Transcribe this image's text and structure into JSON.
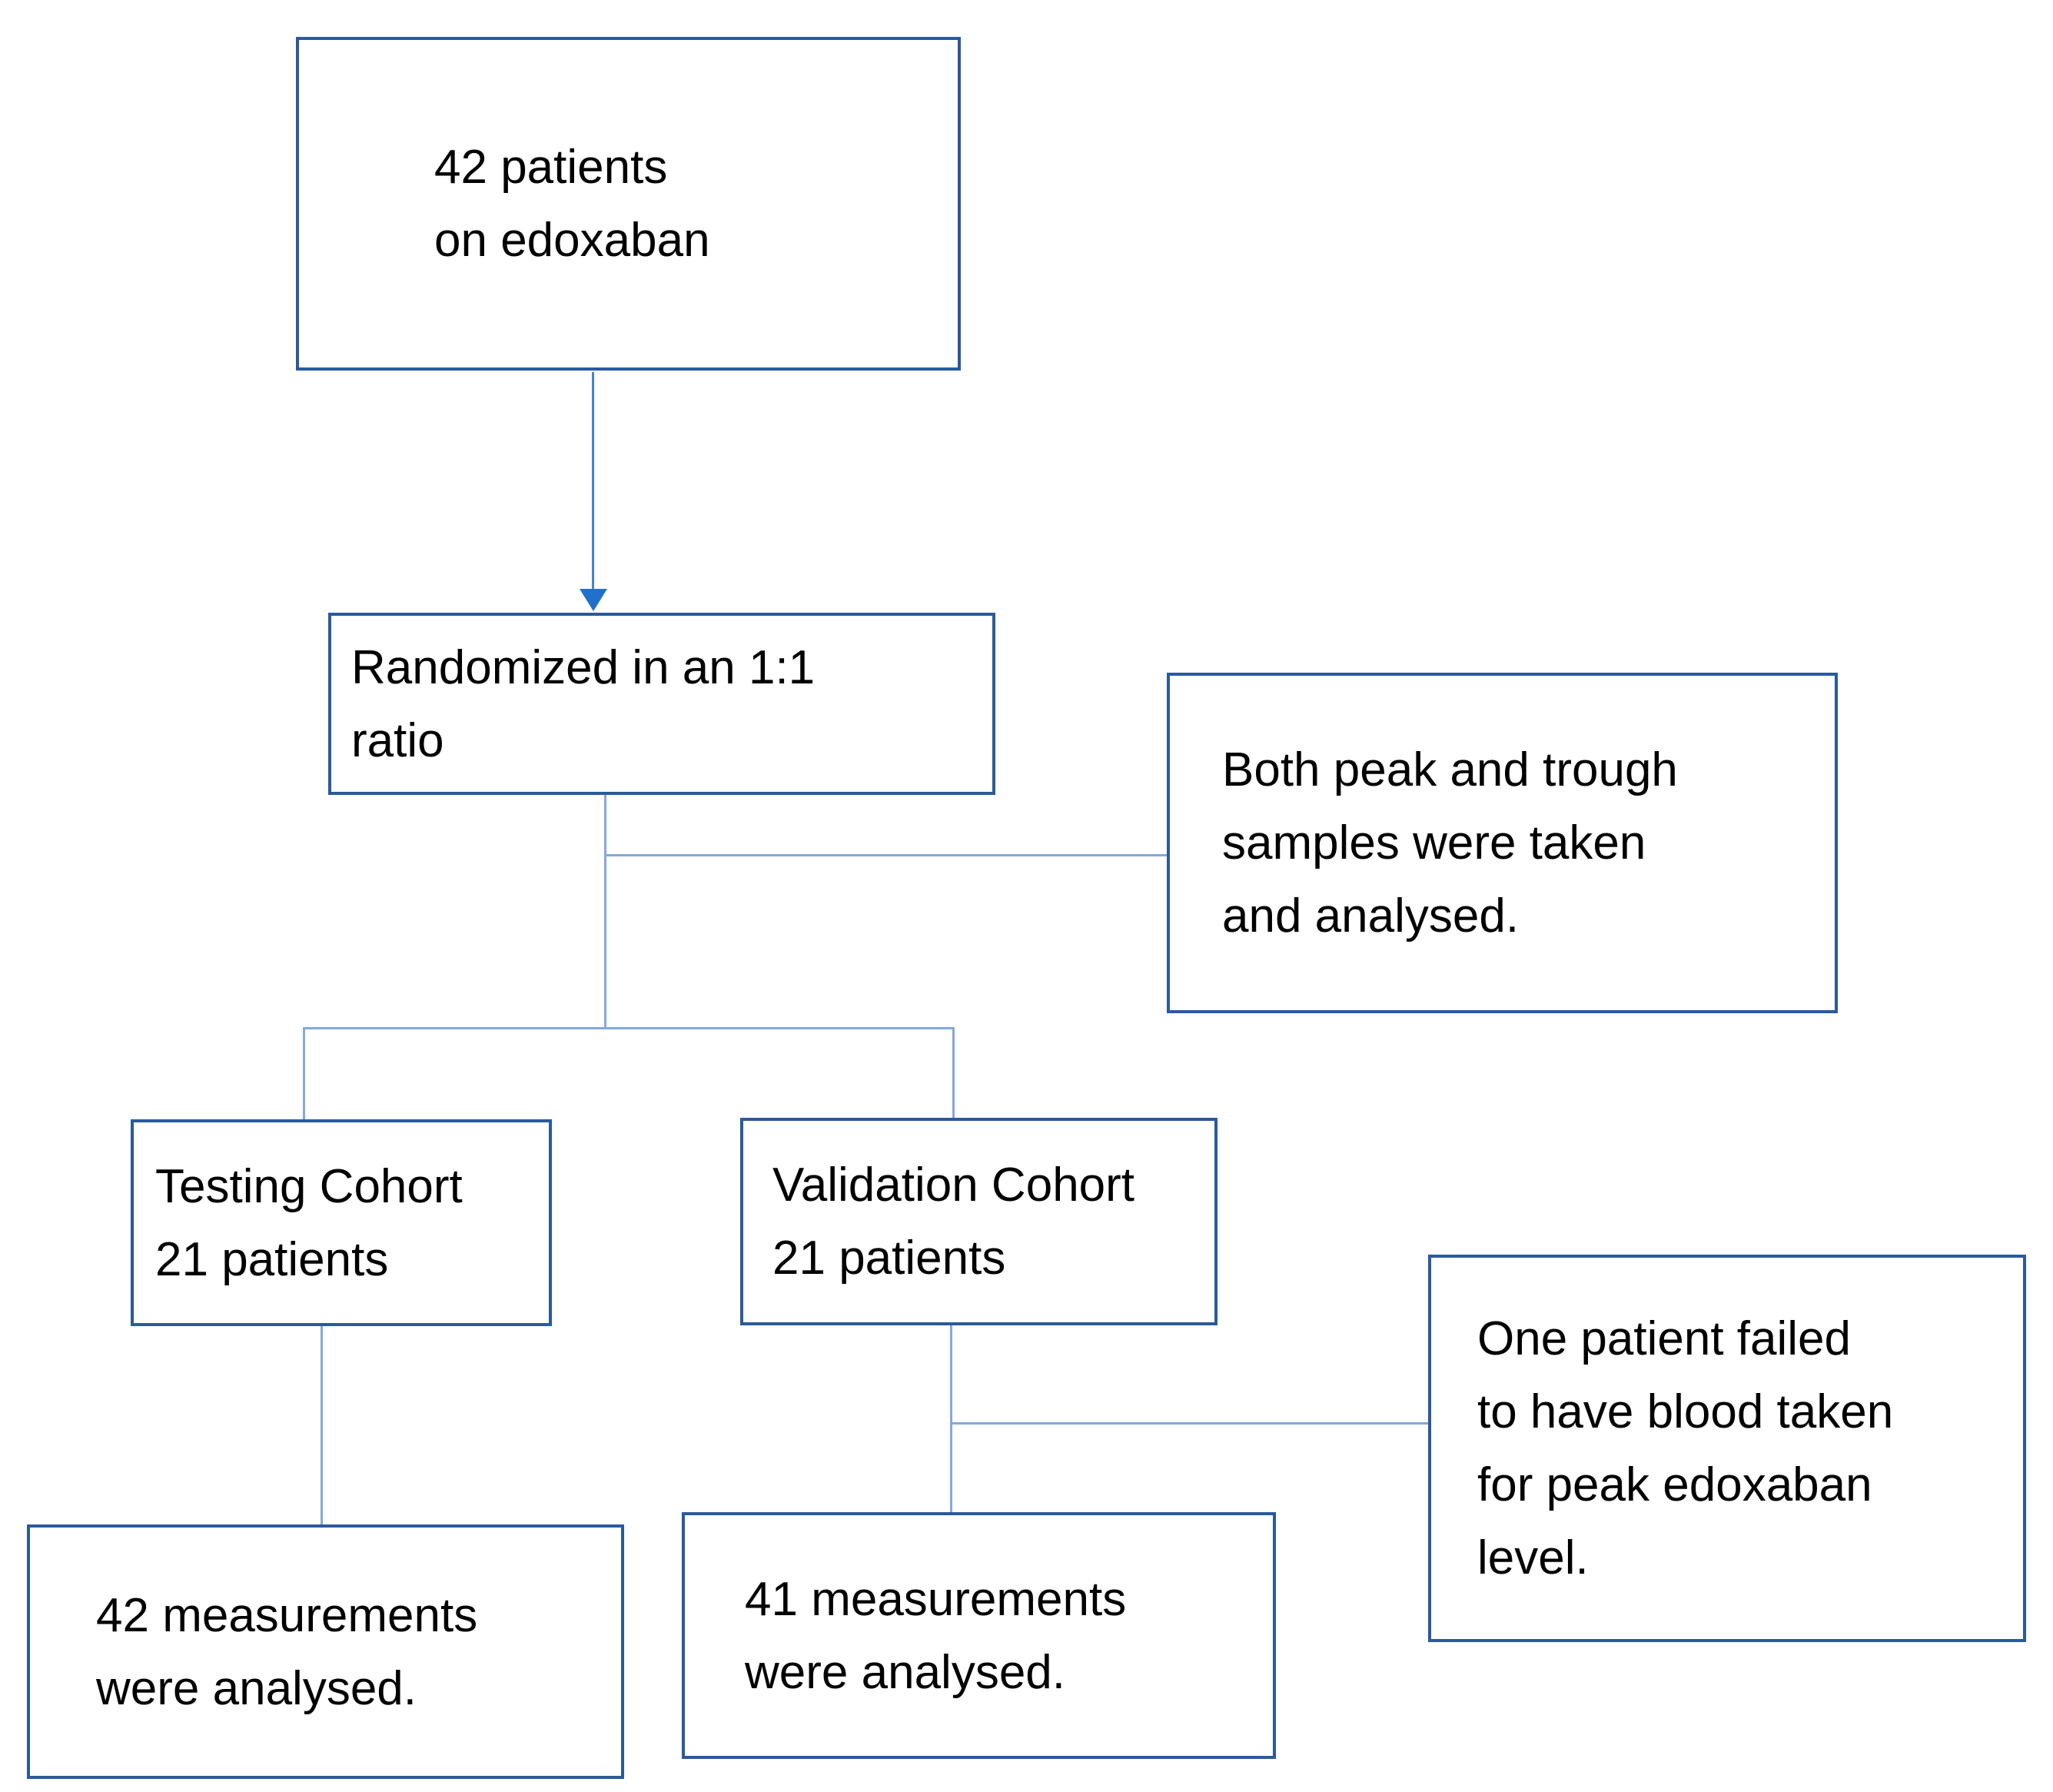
{
  "diagram": {
    "type": "flowchart",
    "colors": {
      "background": "#FFFFFF",
      "box_border": "#2A5A9C",
      "connector": "#85A8DC",
      "arrow_shaft": "#4A80D4",
      "arrow_head": "#2170CB",
      "text": "#000000"
    },
    "nodes": {
      "enrolled": {
        "lines": [
          "42 patients",
          "on edoxaban"
        ]
      },
      "randomized": {
        "lines": [
          "Randomized in an 1:1",
          "ratio"
        ]
      },
      "samples_note": {
        "lines": [
          "Both peak and trough",
          "samples were taken",
          "and analysed."
        ]
      },
      "testing": {
        "lines": [
          "Testing Cohort",
          "21 patients"
        ]
      },
      "validation": {
        "lines": [
          "Validation Cohort",
          "21 patients"
        ]
      },
      "missed_note": {
        "lines": [
          "One patient failed",
          "to have blood taken",
          "for peak edoxaban",
          "level."
        ]
      },
      "testing_result": {
        "lines": [
          "42 measurements",
          "were analysed."
        ]
      },
      "validation_result": {
        "lines": [
          "41 measurements",
          "were analysed."
        ]
      }
    },
    "edges": [
      "enrolled -> randomized (arrow)",
      "randomized -> samples_note",
      "randomized -> testing",
      "randomized -> validation",
      "testing -> testing_result",
      "validation -> validation_result",
      "validation -> missed_note"
    ]
  }
}
